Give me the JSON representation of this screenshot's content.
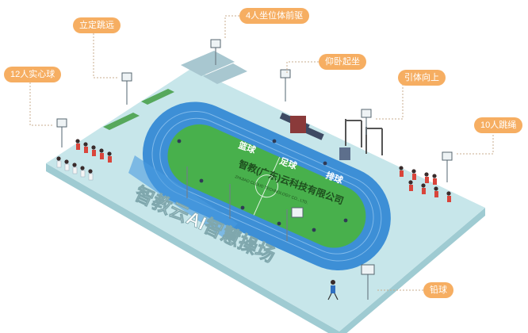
{
  "callouts": {
    "standing_long_jump": "立定跳远",
    "sit_and_reach": "4人坐位体前驱",
    "medicine_ball": "12人实心球",
    "sit_ups": "仰卧起坐",
    "pull_ups": "引体向上",
    "rope_skipping": "10人跳绳",
    "shot_put": "铅球"
  },
  "field": {
    "title": "智教云AI智慧操场",
    "company": "智教(广东)云科技有限公司",
    "company_en": "ZHIJIAO CLOUD TECHNOLOGY CO., LTD.",
    "ball_labels": [
      "篮球",
      "足球",
      "排球"
    ]
  },
  "colors": {
    "callout": "#f6ae62",
    "platform_top": "#c7e6ea",
    "platform_side": "#9fcbd2",
    "track": "#3d8fd6",
    "grass": "#48b04c",
    "grass_dark": "#3a9a3e"
  }
}
